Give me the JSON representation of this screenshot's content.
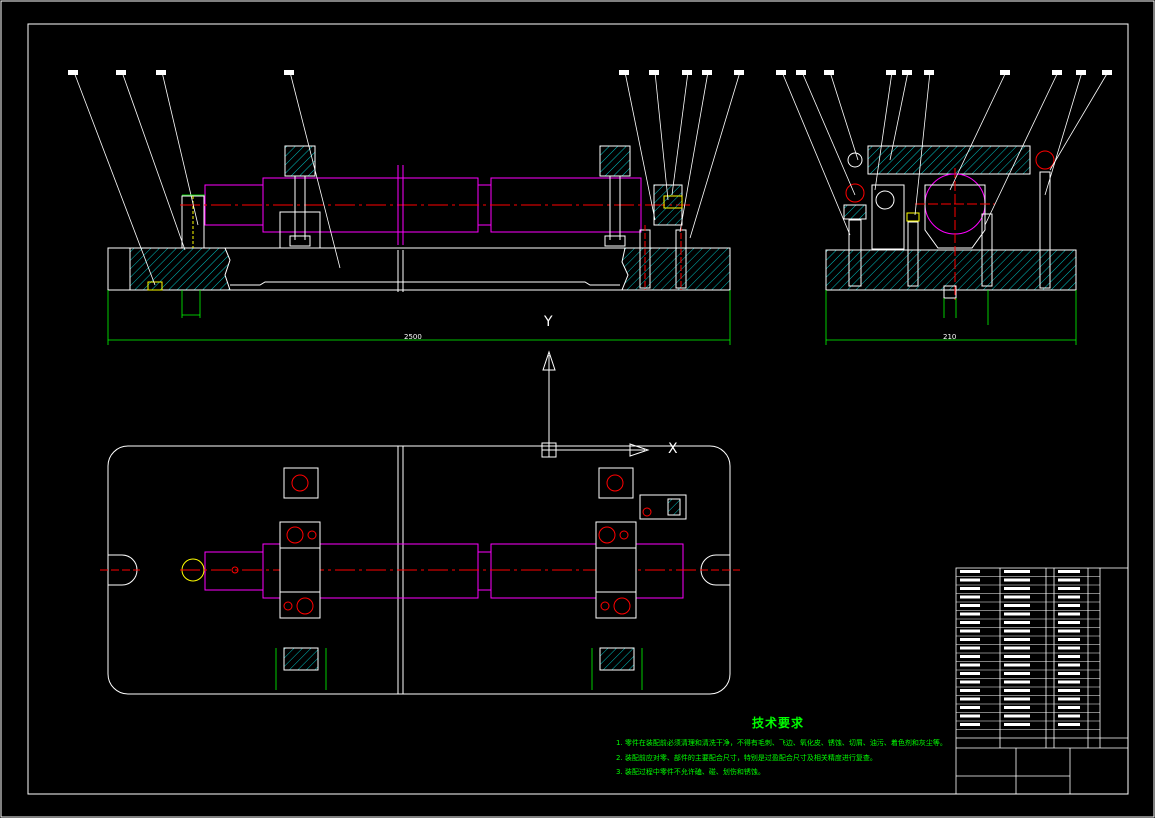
{
  "drawing": {
    "tech_requirements_title": "技术要求",
    "notes": [
      "1. 零件在装配前必须清理和清洗干净，不得有毛刺、飞边、氧化皮、锈蚀、切屑、油污、着色剂和灰尘等。",
      "2. 装配前应对零、部件的主要配合尺寸，特别是过盈配合尺寸及相关精度进行复查。",
      "3. 装配过程中零件不允许磕、碰、划伤和锈蚀。"
    ],
    "dimensions": {
      "overall_length": "2500",
      "side_width": "210"
    },
    "axis_labels": {
      "y": "Y",
      "x": "X"
    },
    "colors": {
      "background": "#000000",
      "frame": "#ffffff",
      "part": "#00c0c0",
      "shaft": "#ff00ff",
      "center_line": "#ff0000",
      "dimension": "#00ff00",
      "bolt": "#ffff00"
    }
  }
}
